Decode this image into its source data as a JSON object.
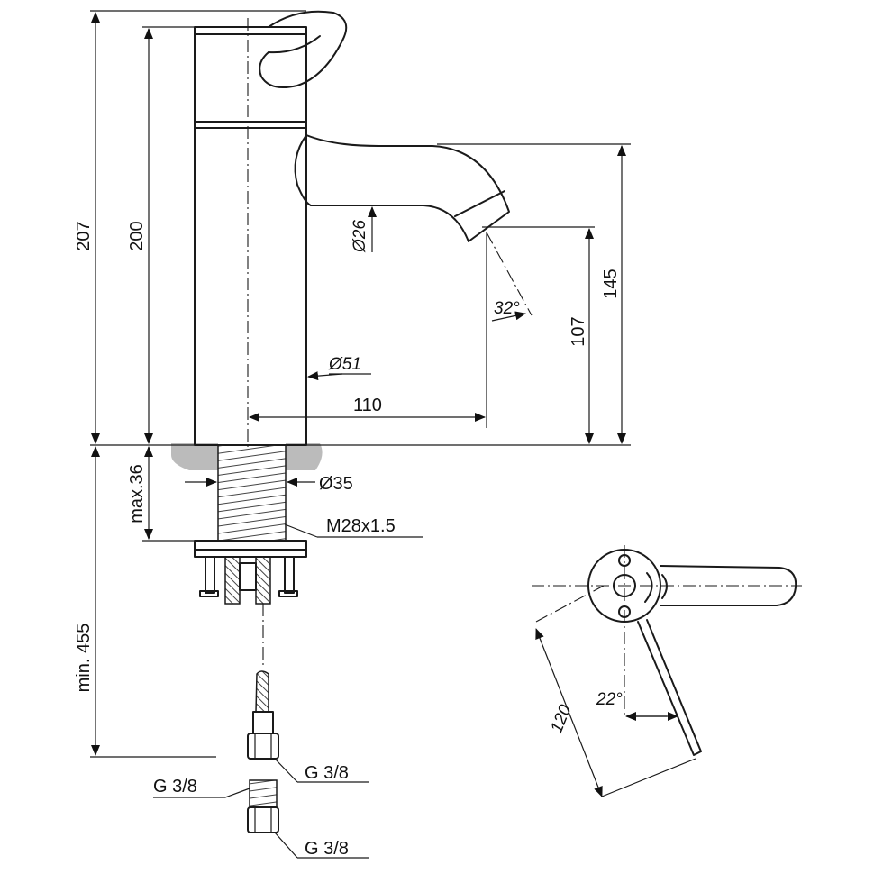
{
  "dimensions": {
    "overall_height": "207",
    "body_height": "200",
    "spout_height": "145",
    "outlet_height": "107",
    "spout_reach": "110",
    "body_diameter": "Ø51",
    "spout_diameter": "Ø26",
    "spout_angle": "32°",
    "shank_diameter": "Ø35",
    "max_mount_thickness": "max.36",
    "thread": "M28x1.5",
    "min_hose_length": "min. 455",
    "lever_length": "120",
    "lever_angle": "22°"
  },
  "connections": {
    "hose_connector": "G 3/8",
    "adapter_left": "G 3/8",
    "adapter_bottom": "G 3/8"
  }
}
